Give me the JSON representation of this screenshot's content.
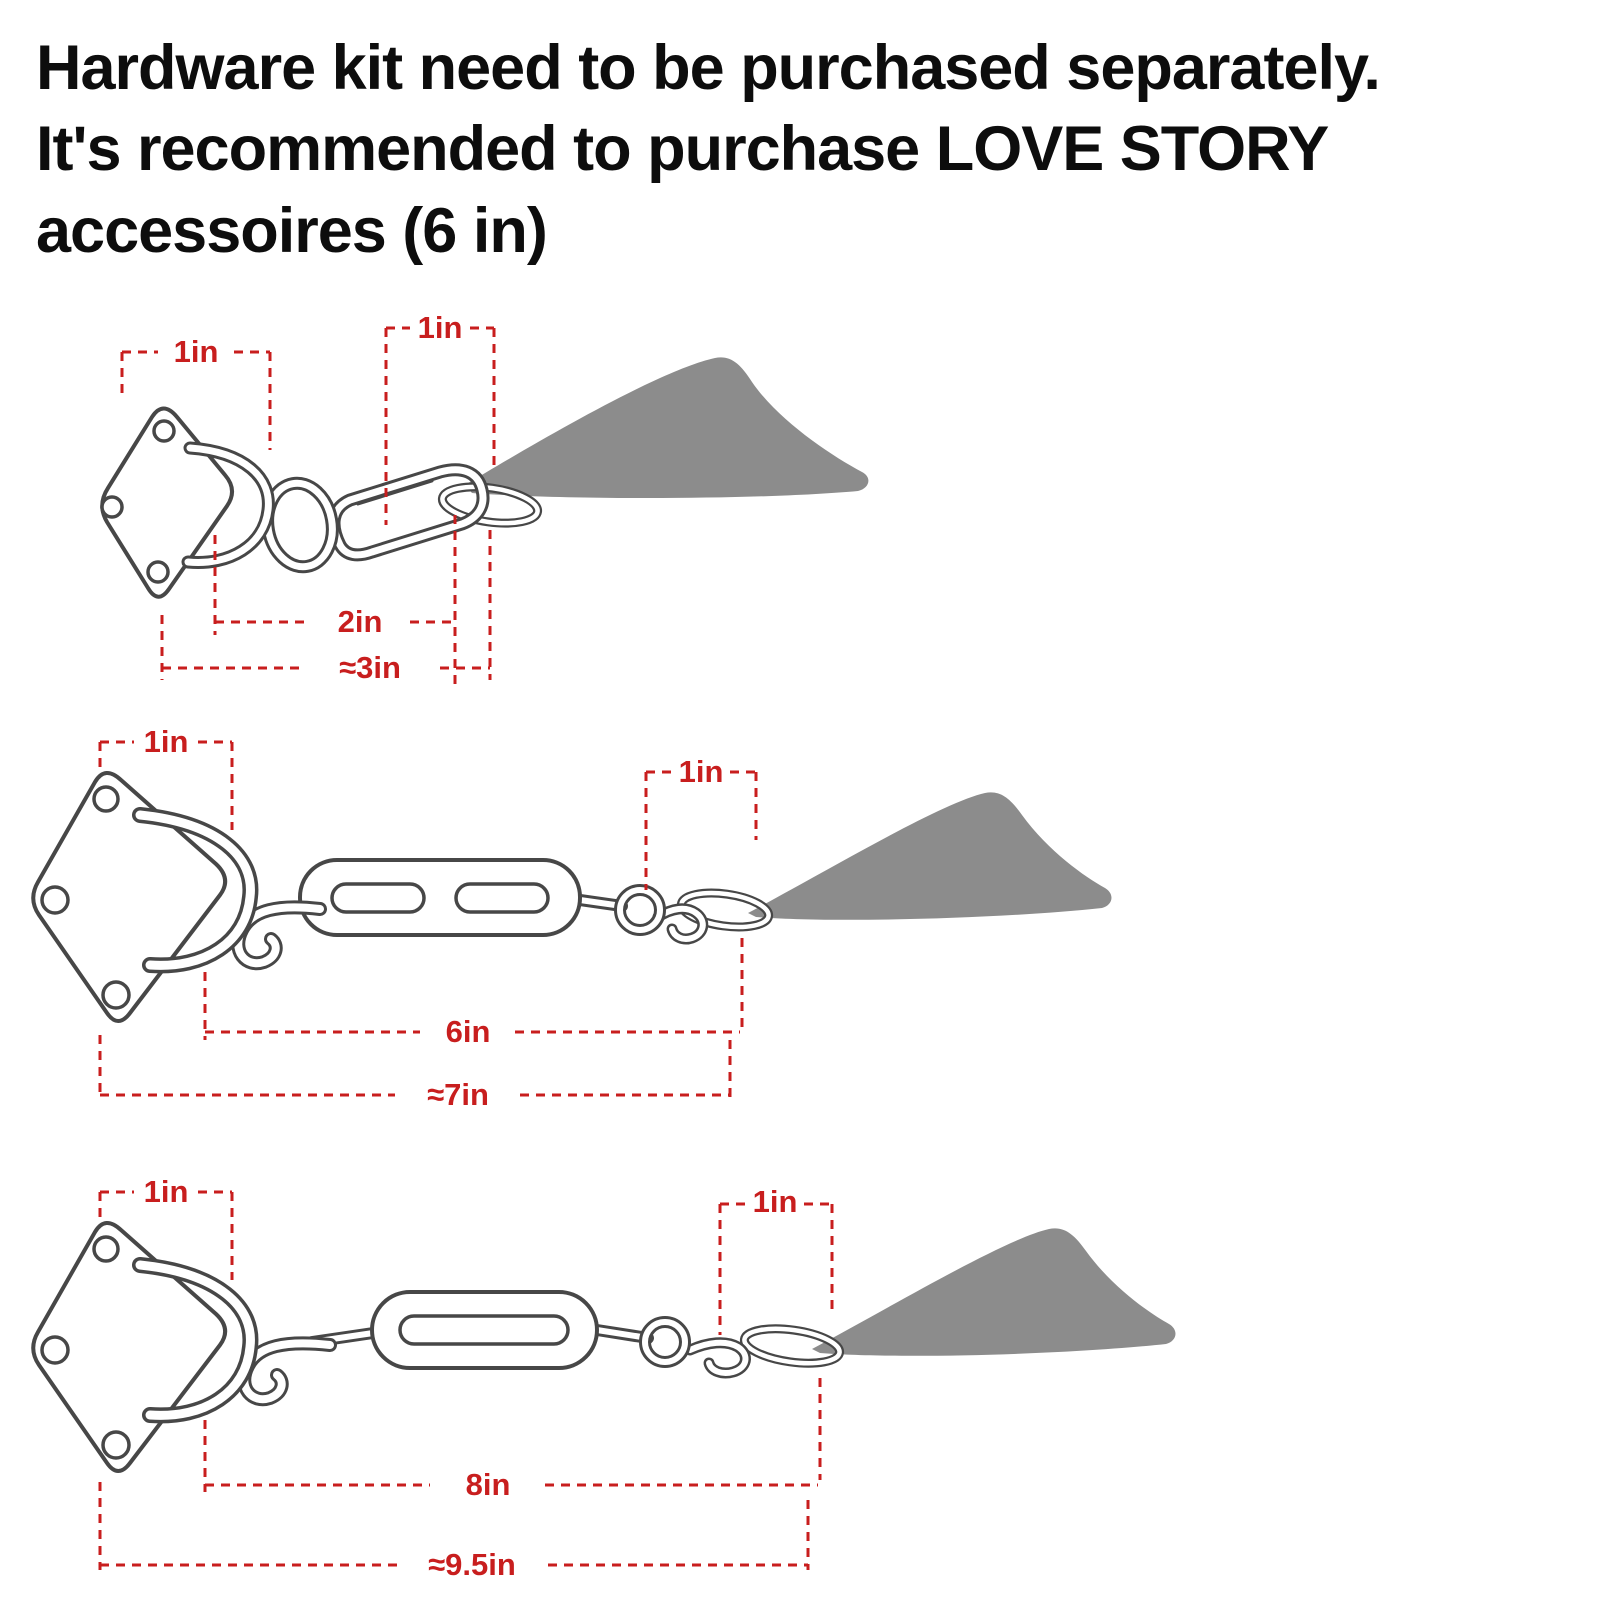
{
  "header": {
    "line1": "Hardware kit need to be purchased separately.",
    "line2": "It's recommended to purchase LOVE STORY",
    "line3": "accessoires (6 in)"
  },
  "colors": {
    "dimension_red": "#c81e1e",
    "sail_gray": "#8c8c8c",
    "hardware_outline": "#474747",
    "text_black": "#0d0d0d",
    "background": "#ffffff"
  },
  "diagrams": [
    {
      "id": "kit-carabiner-3in",
      "plate_width": "1in",
      "hook_width": "1in",
      "hardware_length": "2in",
      "total_length": "≈3in"
    },
    {
      "id": "kit-turnbuckle-6in",
      "plate_width": "1in",
      "hook_width": "1in",
      "hardware_length": "6in",
      "total_length": "≈7in"
    },
    {
      "id": "kit-turnbuckle-8in",
      "plate_width": "1in",
      "hook_width": "1in",
      "hardware_length": "8in",
      "total_length": "≈9.5in"
    }
  ]
}
